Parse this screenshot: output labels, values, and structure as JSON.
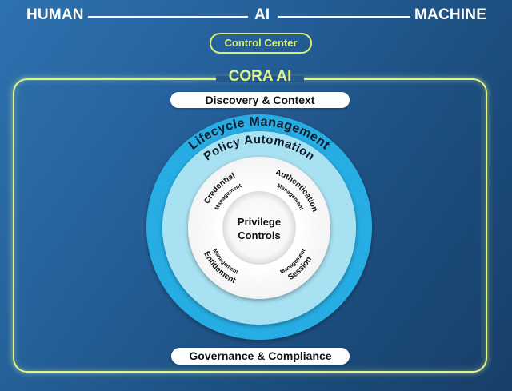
{
  "header": {
    "left_label": "HUMAN",
    "center_label": "AI",
    "right_label": "MACHINE",
    "control_center_label": "Control Center"
  },
  "frame": {
    "title": "CORA AI",
    "top_pill": "Discovery & Context",
    "bottom_pill": "Governance & Compliance"
  },
  "rings": {
    "outer": "Lifecycle Management",
    "middle": "Policy Automation",
    "segments": [
      {
        "title": "Credential",
        "subtitle": "Management"
      },
      {
        "title": "Authentication",
        "subtitle": "Management"
      },
      {
        "title": "Entitlement",
        "subtitle": "Management"
      },
      {
        "title": "Session",
        "subtitle": "Management"
      }
    ],
    "core_line1": "Privilege",
    "core_line2": "Controls"
  },
  "colors": {
    "accent_yellow": "#e2f58a",
    "outer_ring": "#27ade3",
    "middle_ring": "#a8e1f1",
    "background": "#25609a"
  }
}
